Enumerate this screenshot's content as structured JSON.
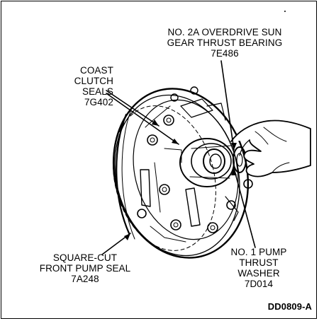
{
  "labels": {
    "sun_gear_bearing": {
      "line1": "NO. 2A OVERDRIVE SUN",
      "line2": "GEAR THRUST BEARING",
      "line3": "7E486"
    },
    "coast_clutch_seals": {
      "line1": "COAST",
      "line2": "CLUTCH",
      "line3": "SEALS",
      "line4": "7G402"
    },
    "pump_thrust_washer": {
      "line1": "NO. 1 PUMP",
      "line2": "THRUST",
      "line3": "WASHER",
      "line4": "7D014"
    },
    "front_pump_seal": {
      "line1": "SQUARE-CUT",
      "line2": "FRONT PUMP SEAL",
      "line3": "7A248"
    }
  },
  "figure_code": "DD0809-A"
}
